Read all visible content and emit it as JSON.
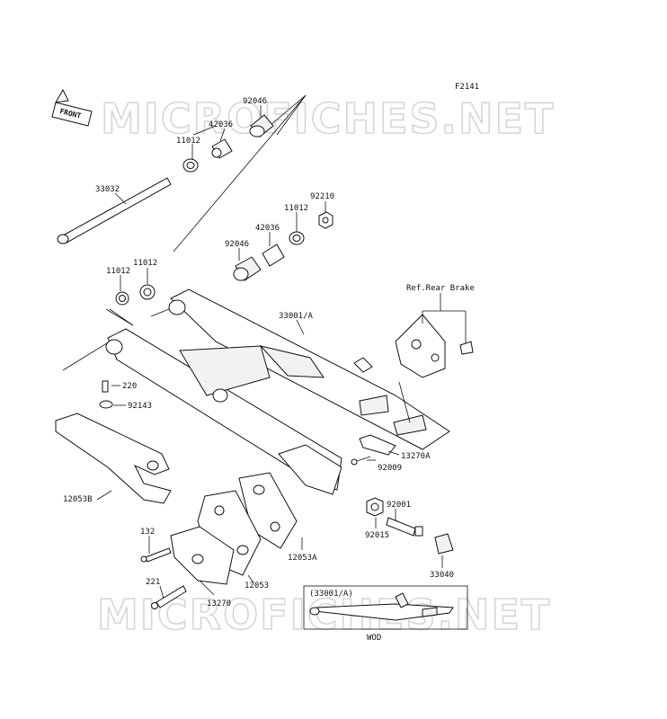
{
  "figure_code": "F2141",
  "front_marker": "FRONT",
  "watermark_text": "MICROFICHES.NET",
  "ref_note": "Ref.Rear Brake",
  "inset": {
    "title": "(33001/A)",
    "caption": "WOD"
  },
  "part_labels": {
    "p92046_top": "92046",
    "p42036_top": "42036",
    "p11012_top": "11012",
    "p33032": "33032",
    "p92210": "92210",
    "p11012_mid": "11012",
    "p42036_mid": "42036",
    "p92046_mid": "92046",
    "p11012_lft_a": "11012",
    "p11012_lft_b": "11012",
    "p33001": "33001/A",
    "p220": "220",
    "p92143": "92143",
    "p13270A": "13270A",
    "p92009": "92009",
    "p12053B": "12053B",
    "p92001": "92001",
    "p92015": "92015",
    "p132": "132",
    "p12053A": "12053A",
    "p12053": "12053",
    "p33040": "33040",
    "p221": "221",
    "p13270": "13270"
  }
}
